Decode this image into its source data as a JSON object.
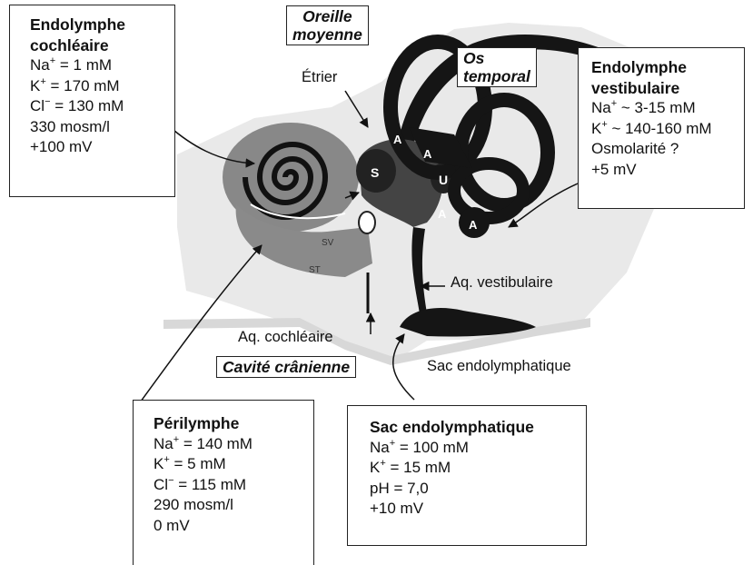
{
  "endolymphe_cochleaire": {
    "title1": "Endolymphe",
    "title2": "cochléaire",
    "na_pre": "Na",
    "na_sup": "+",
    "na_post": " = 1 mM",
    "k_pre": "K",
    "k_sup": "+",
    "k_post": " = 170 mM",
    "cl_pre": "Cl",
    "cl_sup": "−",
    "cl_post": " = 130 mM",
    "osm": "330 mosm/l",
    "mv": "+100 mV"
  },
  "endolymphe_vestibulaire": {
    "title1": "Endolymphe",
    "title2": "vestibulaire",
    "na_pre": "Na",
    "na_sup": "+",
    "na_post": " ~ 3-15 mM",
    "k_pre": "K",
    "k_sup": "+",
    "k_post": " ~ 140-160 mM",
    "osm": "Osmolarité ?",
    "mv": "+5 mV"
  },
  "perilymphe": {
    "title": "Périlymphe",
    "na_pre": "Na",
    "na_sup": "+",
    "na_post": " = 140 mM",
    "k_pre": "K",
    "k_sup": "+",
    "k_post": " = 5 mM",
    "cl_pre": "Cl",
    "cl_sup": "−",
    "cl_post": " = 115 mM",
    "osm": "290 mosm/l",
    "mv": "0 mV"
  },
  "sac_endolymphatique_box": {
    "title": "Sac endolymphatique",
    "na_pre": "Na",
    "na_sup": "+",
    "na_post": " = 100 mM",
    "k_pre": "K",
    "k_sup": "+",
    "k_post": " = 15 mM",
    "ph": "pH = 7,0",
    "mv": "+10 mV"
  },
  "labels": {
    "oreille_moyenne_1": "Oreille",
    "oreille_moyenne_2": "moyenne",
    "os_temporal_1": "Os",
    "os_temporal_2": "temporal",
    "etrier": "Étrier",
    "aq_vestibulaire": "Aq. vestibulaire",
    "aq_cochleaire": "Aq. cochléaire",
    "cavite_cranienne": "Cavité crânienne",
    "sac_endolymphatique": "Sac endolymphatique"
  },
  "anatomy_letters": {
    "s": "S",
    "u": "U",
    "a1": "A",
    "a2": "A",
    "a3": "A",
    "a4": "A",
    "sv": "SV",
    "st": "ST"
  }
}
